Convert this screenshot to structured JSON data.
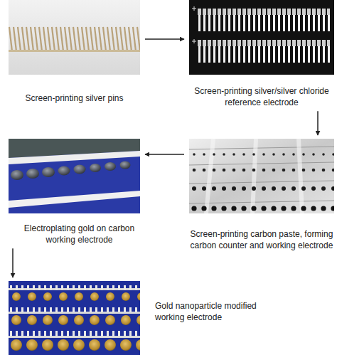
{
  "diagram": {
    "nodes": [
      {
        "text": [
          "Screen-printing silver pins"
        ]
      },
      {
        "text": [
          "Screen-printing silver/silver chloride reference electrode"
        ]
      },
      {
        "text": [
          "Screen-printing carbon paste, forming carbon counter and working electrode"
        ]
      },
      {
        "text": [
          "Electroplating gold on carbon working electrode"
        ]
      },
      {
        "text": [
          "Gold nanoparticle modified working electrode"
        ]
      }
    ],
    "edges": [
      {
        "from": 0,
        "to": 1,
        "arrow": "to"
      },
      {
        "from": 1,
        "to": 2,
        "arrow": "to"
      },
      {
        "from": 2,
        "to": 3,
        "arrow": "to"
      },
      {
        "from": 3,
        "to": 4,
        "arrow": "to"
      }
    ]
  }
}
